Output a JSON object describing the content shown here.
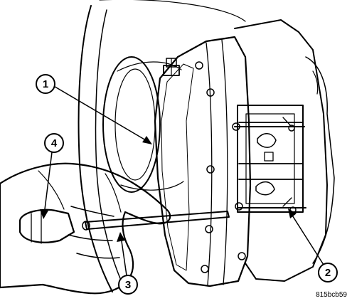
{
  "callouts": {
    "1": "1",
    "2": "2",
    "3": "3",
    "4": "4"
  },
  "figure_id": "815bcb59",
  "colors": {
    "ink": "#000000",
    "background": "#ffffff",
    "shade": "#d9d9d9"
  }
}
